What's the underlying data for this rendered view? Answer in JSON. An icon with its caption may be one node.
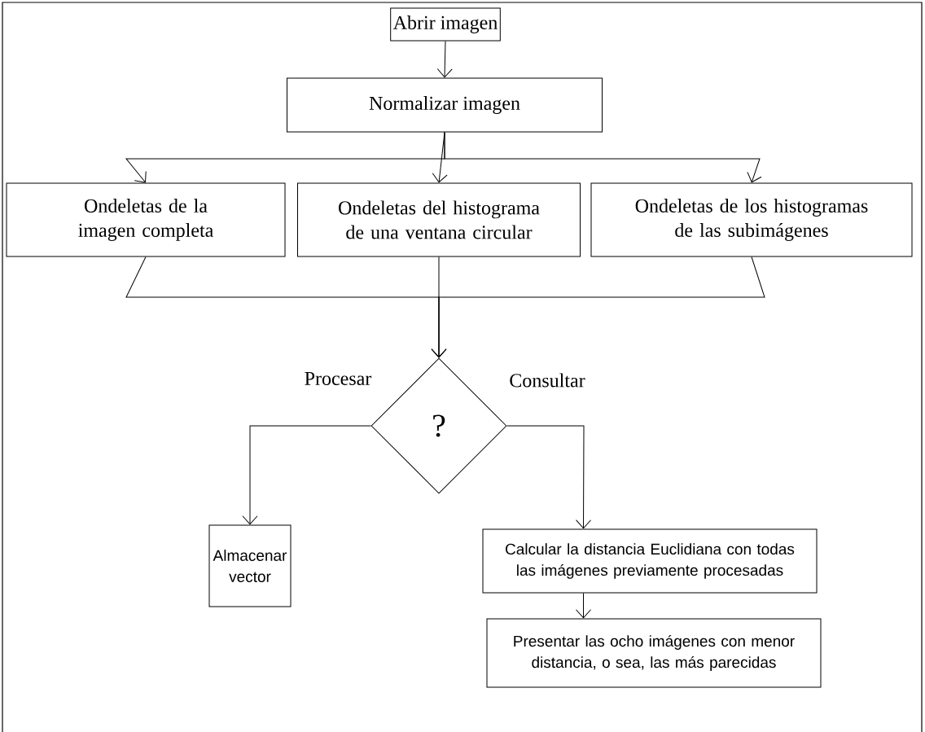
{
  "diagram": {
    "nodes": [
      {
        "text": [
          "Abrir imagen"
        ]
      },
      {
        "text": [
          "Normalizar imagen"
        ]
      },
      {
        "text": [
          "Ondeletas de la imagen completa"
        ]
      },
      {
        "text": [
          "Ondeletas del histograma de una ventana circular"
        ]
      },
      {
        "text": [
          "Ondeletas de los histogramas de las subimágenes"
        ]
      },
      {
        "text": [
          "?"
        ]
      },
      {
        "text": [
          "Almacenar vector"
        ]
      },
      {
        "text": [
          "Calcular la distancia Euclidiana con todas las imágenes previamente procesadas"
        ]
      },
      {
        "text": [
          "Presentar las ocho imágenes con menor distancia, o sea, las más parecidas"
        ]
      }
    ],
    "edges": [
      {
        "from": 0,
        "to": 1,
        "arrow": "to"
      },
      {
        "from": 1,
        "to": 2,
        "arrow": "to"
      },
      {
        "from": 1,
        "to": 3,
        "arrow": "to"
      },
      {
        "from": 1,
        "to": 4,
        "arrow": "to"
      },
      {
        "from": 2,
        "to": 5,
        "arrow": "to"
      },
      {
        "from": 3,
        "to": 5,
        "arrow": "to"
      },
      {
        "from": 4,
        "to": 5,
        "arrow": "to"
      },
      {
        "from": 5,
        "to": 6,
        "label": "Procesar",
        "arrow": "to"
      },
      {
        "from": 5,
        "to": 7,
        "label": "Consultar",
        "arrow": "to"
      },
      {
        "from": 7,
        "to": 8,
        "arrow": "to"
      }
    ]
  }
}
